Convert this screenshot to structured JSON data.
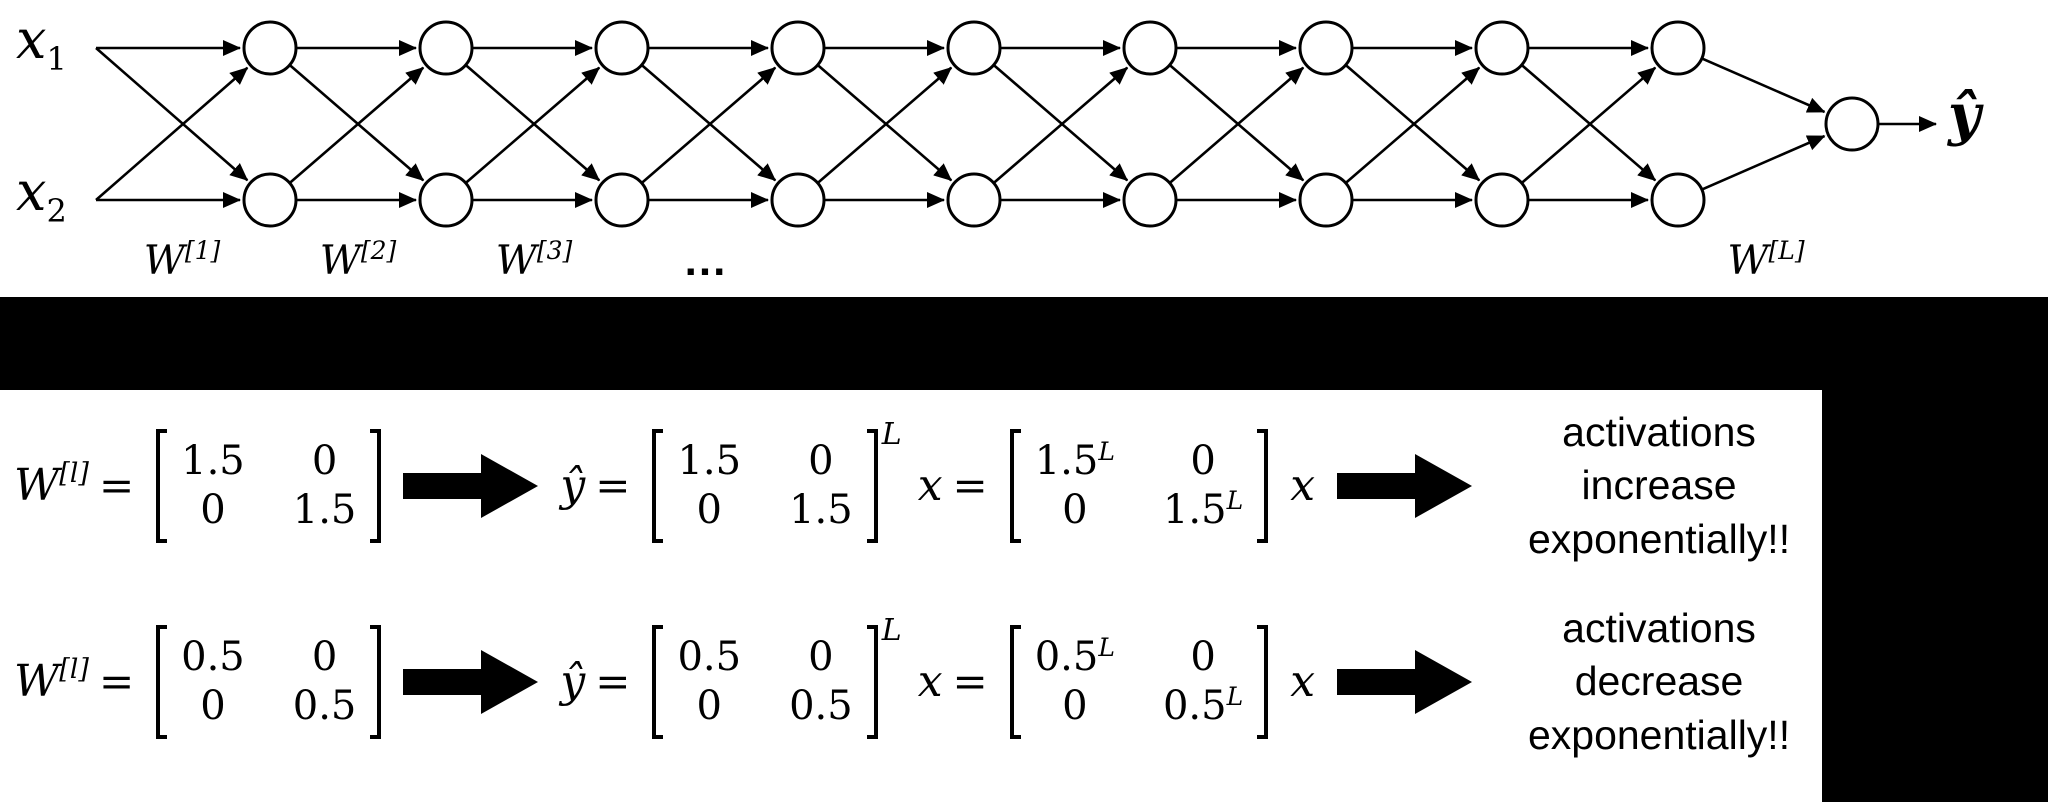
{
  "diagram": {
    "input1": {
      "base": "x",
      "sub": "1"
    },
    "input2": {
      "base": "x",
      "sub": "2"
    },
    "output_label": "ŷ",
    "weight1": {
      "base": "W",
      "sup": "[1]"
    },
    "weight2": {
      "base": "W",
      "sup": "[2]"
    },
    "weight3": {
      "base": "W",
      "sup": "[3]"
    },
    "ellipsis": "...",
    "weightL": {
      "base": "W",
      "sup": "[L]"
    },
    "layer_pairs": 9,
    "neurons_per_layer": 2
  },
  "colors": {
    "ink": "#000000",
    "paper": "#ffffff"
  },
  "rows": [
    {
      "w_base": "W",
      "w_sup": "[l]",
      "eq": "=",
      "m1": {
        "r1c1": "1.5",
        "r1c2": "0",
        "r2c1": "0",
        "r2c2": "1.5"
      },
      "yhat": "ŷ",
      "m2": {
        "r1c1": "1.5",
        "r1c2": "0",
        "r2c1": "0",
        "r2c2": "1.5",
        "exp": "L"
      },
      "x": "x",
      "m3": {
        "r1c1_base": "1.5",
        "r1c1_sup": "L",
        "r1c2": "0",
        "r2c1": "0",
        "r2c2_base": "1.5",
        "r2c2_sup": "L"
      },
      "note": [
        "activations",
        "increase",
        "exponentially!!"
      ]
    },
    {
      "w_base": "W",
      "w_sup": "[l]",
      "eq": "=",
      "m1": {
        "r1c1": "0.5",
        "r1c2": "0",
        "r2c1": "0",
        "r2c2": "0.5"
      },
      "yhat": "ŷ",
      "m2": {
        "r1c1": "0.5",
        "r1c2": "0",
        "r2c1": "0",
        "r2c2": "0.5",
        "exp": "L"
      },
      "x": "x",
      "m3": {
        "r1c1_base": "0.5",
        "r1c1_sup": "L",
        "r1c2": "0",
        "r2c1": "0",
        "r2c2_base": "0.5",
        "r2c2_sup": "L"
      },
      "note": [
        "activations",
        "decrease",
        "exponentially!!"
      ]
    }
  ]
}
